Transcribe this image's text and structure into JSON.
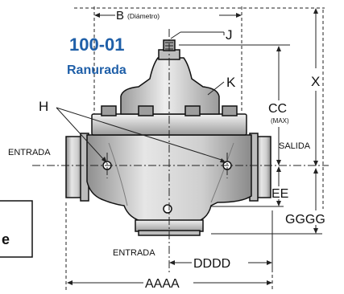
{
  "model": {
    "number": "100-01",
    "subtitle": "Ranurada"
  },
  "labels": {
    "b": "B",
    "b_note": "(Diámetro)",
    "j": "J",
    "k": "K",
    "h": "H",
    "x": "X",
    "cc": "CC",
    "cc_note": "(MAX)",
    "salida": "SALIDA",
    "entrada_left": "ENTRADA",
    "entrada_bottom": "ENTRADA",
    "ee": "EE",
    "gggg": "GGGG",
    "dddd": "DDDD",
    "aaaa": "AAAA",
    "partial_box_text": "e"
  },
  "colors": {
    "model_text": "#1f5fa8",
    "valve_fill": "#d6d6d6",
    "valve_dark": "#a8a8a8",
    "line": "#222222"
  }
}
